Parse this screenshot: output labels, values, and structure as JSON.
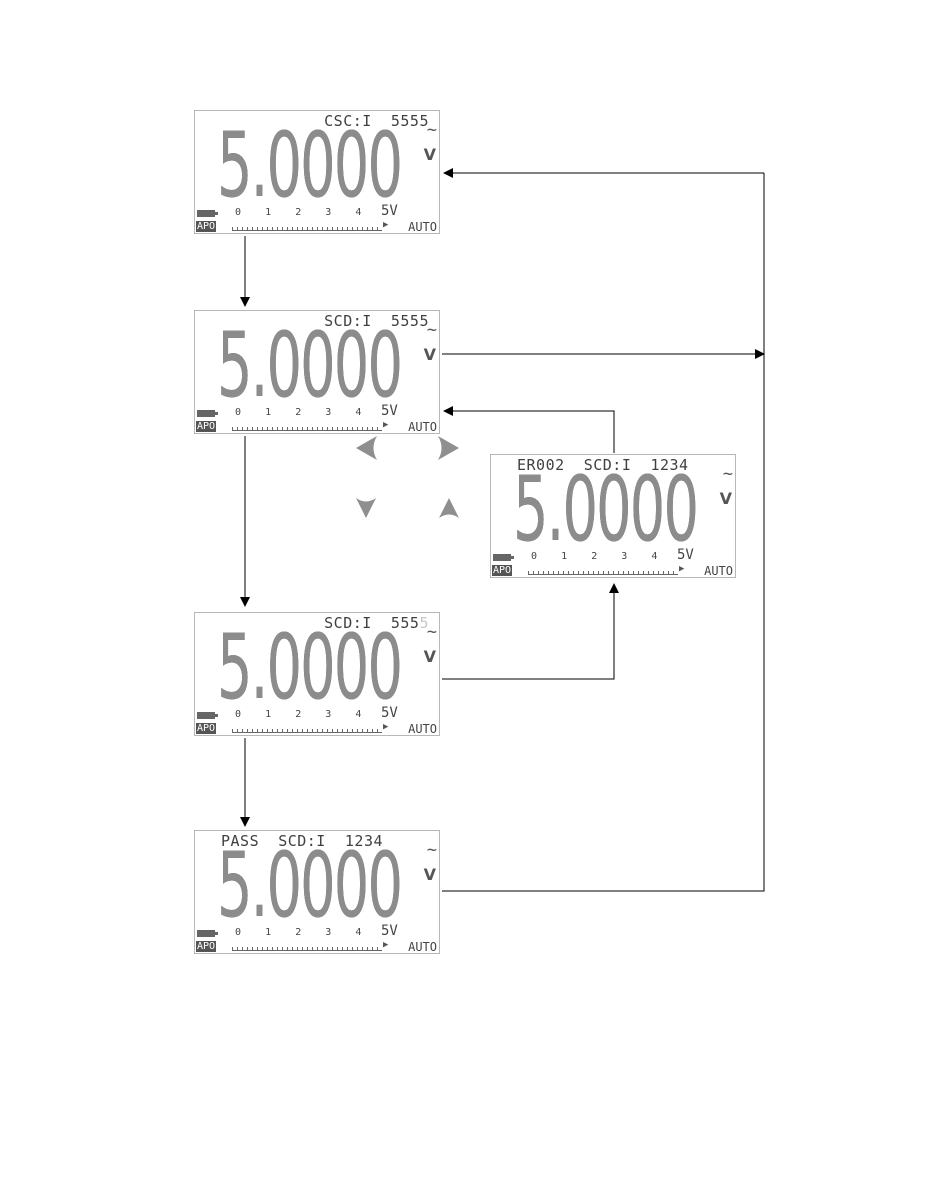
{
  "screens": [
    {
      "status": "",
      "mode": "CSC:I",
      "count": "5555",
      "count_dim": "",
      "reading": "5.0000",
      "unit": "V"
    },
    {
      "status": "",
      "mode": "SCD:I",
      "count": "5555",
      "count_dim": "",
      "reading": "5.0000",
      "unit": "V"
    },
    {
      "status": "ER002",
      "mode": "SCD:I",
      "count": "1234",
      "count_dim": "",
      "reading": "5.0000",
      "unit": "V"
    },
    {
      "status": "",
      "mode": "SCD:I",
      "count": "555",
      "count_dim": "5",
      "reading": "5.0000",
      "unit": "V"
    },
    {
      "status": "PASS",
      "mode": "SCD:I",
      "count": "1234",
      "count_dim": "",
      "reading": "5.0000",
      "unit": "V"
    }
  ],
  "bargraph": {
    "scale": "0    1    2    3    4",
    "unit": "5V",
    "apo": "APO",
    "range": "AUTO",
    "ac_symbol": "~"
  },
  "keys": [
    "left-arrow-icon",
    "right-arrow-icon",
    "down-arrow-icon",
    "up-arrow-icon"
  ]
}
